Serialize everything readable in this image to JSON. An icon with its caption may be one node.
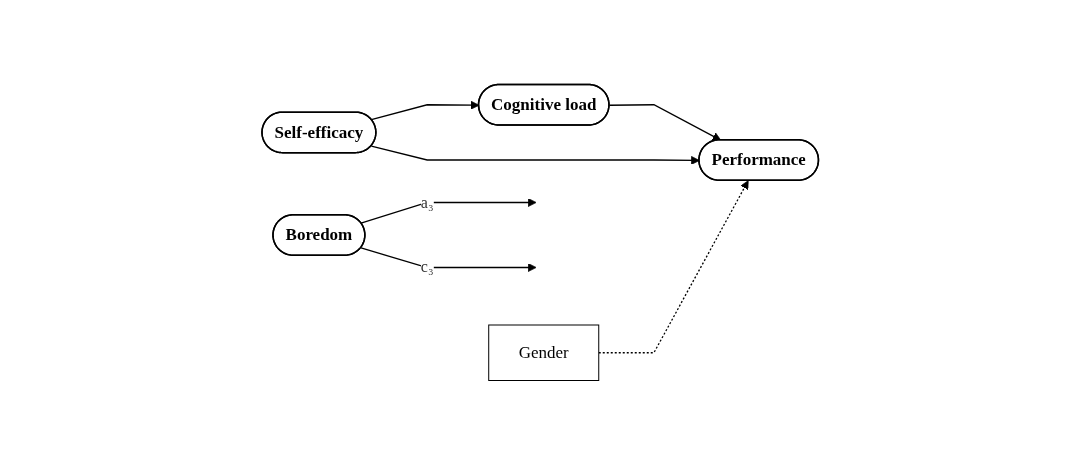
{
  "diagram": {
    "nodes": [
      {
        "text": [
          "Cognitive load"
        ]
      },
      {
        "text": [
          "Self-efficacy"
        ]
      },
      {
        "text": [
          "Performance"
        ]
      },
      {
        "text": [
          "Gender"
        ]
      },
      {
        "text": [
          "Boredom"
        ]
      }
    ],
    "edges": [
      {
        "from": 1,
        "to": 0,
        "arrow": "to"
      },
      {
        "from": 0,
        "to": 2,
        "arrow": "to"
      },
      {
        "from": 1,
        "to": 2,
        "arrow": "to"
      },
      {
        "from": 3,
        "to": 2,
        "arrow": "to",
        "style": "dashed"
      },
      {
        "from": 4,
        "to": null,
        "arrow": "to",
        "label": "a₃"
      },
      {
        "from": 4,
        "to": null,
        "arrow": "to",
        "label": "c₃"
      }
    ]
  }
}
